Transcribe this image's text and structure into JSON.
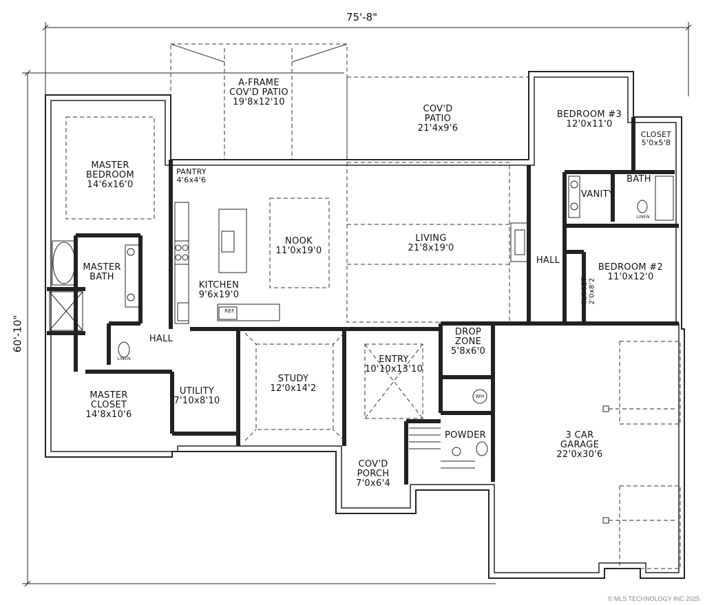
{
  "dimensions": {
    "width": "75'-8\"",
    "depth": "60'-10\""
  },
  "rooms": [
    {
      "id": "aframe",
      "name": "A-FRAME\nCOV'D PATIO",
      "size": "19'8x12'10"
    },
    {
      "id": "covd-patio",
      "name": "COV'D\nPATIO",
      "size": "21'4x9'6"
    },
    {
      "id": "bedroom3",
      "name": "BEDROOM #3",
      "size": "12'0x11'0"
    },
    {
      "id": "closet-b3",
      "name": "CLOSET",
      "size": "5'0x5'8"
    },
    {
      "id": "master-bedroom",
      "name": "MASTER\nBEDROOM",
      "size": "14'6x16'0"
    },
    {
      "id": "pantry",
      "name": "PANTRY",
      "size": "4'6x4'6"
    },
    {
      "id": "bath",
      "name": "BATH",
      "size": ""
    },
    {
      "id": "vanity",
      "name": "VANITY",
      "size": ""
    },
    {
      "id": "nook",
      "name": "NOOK",
      "size": "11'0x19'0"
    },
    {
      "id": "living",
      "name": "LIVING",
      "size": "21'8x19'0"
    },
    {
      "id": "master-bath",
      "name": "MASTER\nBATH",
      "size": ""
    },
    {
      "id": "hall-right",
      "name": "HALL",
      "size": ""
    },
    {
      "id": "bedroom2",
      "name": "BEDROOM #2",
      "size": "11'0x12'0"
    },
    {
      "id": "kitchen",
      "name": "KITCHEN",
      "size": "9'6x19'0"
    },
    {
      "id": "hall-left",
      "name": "HALL",
      "size": ""
    },
    {
      "id": "drop-zone",
      "name": "DROP\nZONE",
      "size": "5'8x6'0"
    },
    {
      "id": "entry",
      "name": "ENTRY",
      "size": "10'10x13'10"
    },
    {
      "id": "study",
      "name": "STUDY",
      "size": "12'0x14'2"
    },
    {
      "id": "utility",
      "name": "UTILITY",
      "size": "7'10x8'10"
    },
    {
      "id": "master-closet",
      "name": "MASTER\nCLOSET",
      "size": "14'8x10'6"
    },
    {
      "id": "powder",
      "name": "POWDER",
      "size": ""
    },
    {
      "id": "garage",
      "name": "3 CAR\nGARAGE",
      "size": "22'0x30'6"
    },
    {
      "id": "porch",
      "name": "COV'D\nPORCH",
      "size": "7'0x6'4"
    }
  ],
  "small_labels": {
    "closet2": "CLOSET",
    "closet2_size": "2'0x8'2",
    "linen": "LINEN",
    "ref": "REF.",
    "wh": "WH"
  },
  "watermark": "© MLS TECHNOLOGY INC 2025"
}
